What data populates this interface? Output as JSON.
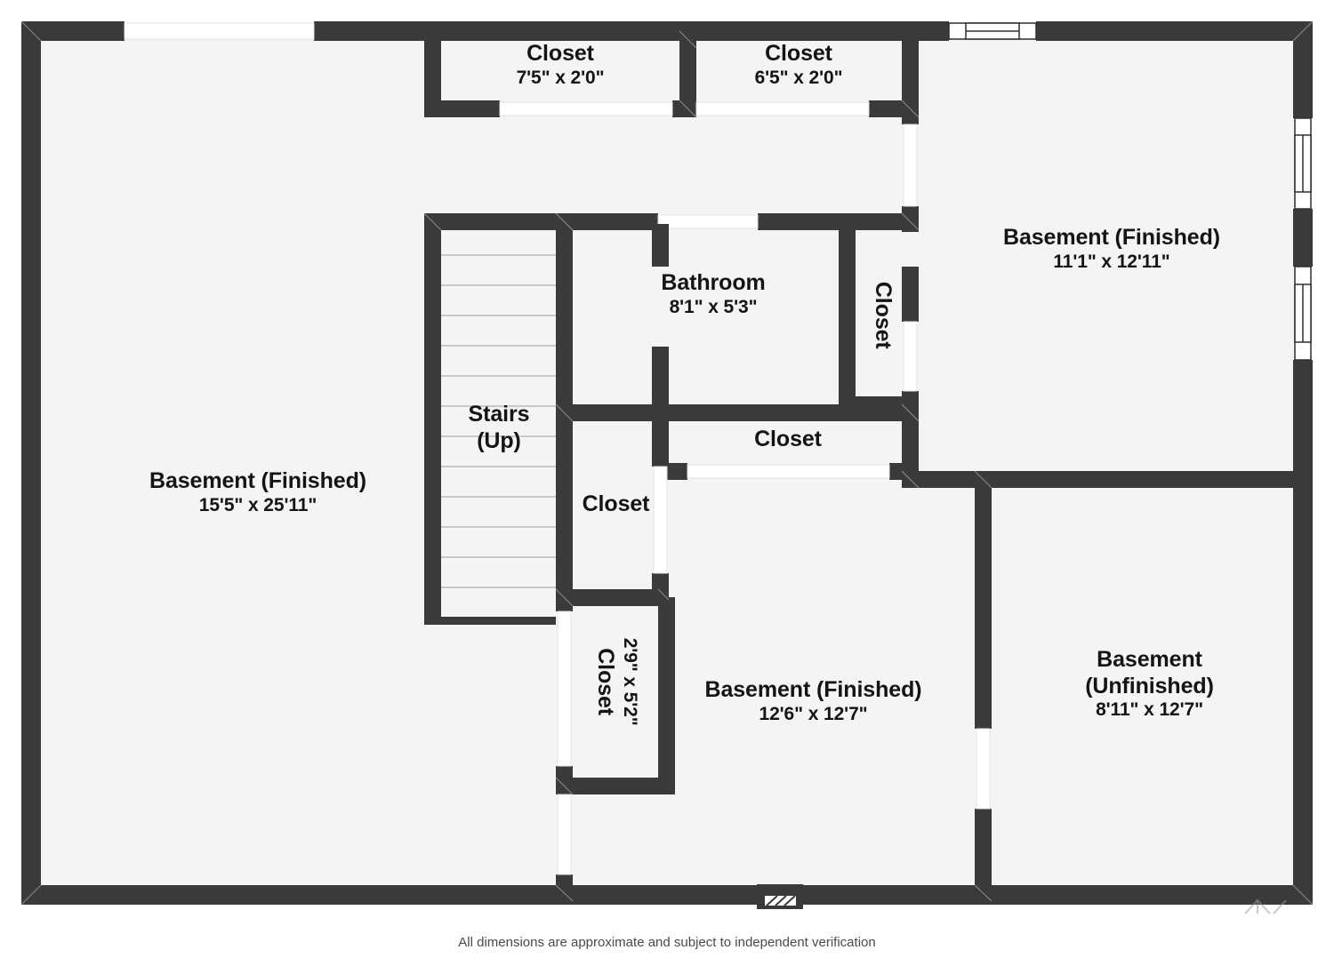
{
  "document": {
    "type": "floor-plan",
    "level": "Basement",
    "footer_note": "All dimensions are approximate and subject to independent verification"
  },
  "colors": {
    "wall": "#3a3a3a",
    "room_fill": "#f4f4f4",
    "page_background": "#ffffff",
    "opening_fill": "#ffffff",
    "text": "#141414",
    "footer_text": "#4a4a4a",
    "stair_tread_line": "#c9c9c9"
  },
  "rooms": [
    {
      "id": "basement-left",
      "name": "Basement (Finished)",
      "dimensions": "15'5\" x 25'11\"",
      "orientation": "horizontal"
    },
    {
      "id": "closet-top-left",
      "name": "Closet",
      "dimensions": "7'5\" x 2'0\"",
      "orientation": "horizontal"
    },
    {
      "id": "closet-top-right",
      "name": "Closet",
      "dimensions": "6'5\" x 2'0\"",
      "orientation": "horizontal"
    },
    {
      "id": "basement-upper-right",
      "name": "Basement (Finished)",
      "dimensions": "11'1\" x 12'11\"",
      "orientation": "horizontal"
    },
    {
      "id": "bathroom",
      "name": "Bathroom",
      "dimensions": "8'1\" x 5'3\"",
      "orientation": "horizontal"
    },
    {
      "id": "closet-bath-side",
      "name": "Closet",
      "dimensions": "",
      "orientation": "vertical"
    },
    {
      "id": "stairs",
      "name": "Stairs",
      "dimensions": "(Up)",
      "orientation": "horizontal"
    },
    {
      "id": "closet-mid-right",
      "name": "Closet",
      "dimensions": "",
      "orientation": "horizontal"
    },
    {
      "id": "closet-mid-left",
      "name": "Closet",
      "dimensions": "",
      "orientation": "horizontal"
    },
    {
      "id": "closet-lower",
      "name": "Closet",
      "dimensions": "2'9\" x 5'2\"",
      "orientation": "vertical"
    },
    {
      "id": "basement-center",
      "name": "Basement (Finished)",
      "dimensions": "12'6\" x 12'7\"",
      "orientation": "horizontal"
    },
    {
      "id": "basement-unfinished",
      "name": "Basement (Unfinished)",
      "dimensions": "8'11\" x 12'7\"",
      "orientation": "horizontal"
    }
  ],
  "labels": {
    "basement_left_name": "Basement (Finished)",
    "basement_left_dim": "15'5\" x 25'11\"",
    "closet_top_left_name": "Closet",
    "closet_top_left_dim": "7'5\" x 2'0\"",
    "closet_top_right_name": "Closet",
    "closet_top_right_dim": "6'5\" x 2'0\"",
    "basement_upper_right_name": "Basement (Finished)",
    "basement_upper_right_dim": "11'1\" x 12'11\"",
    "bathroom_name": "Bathroom",
    "bathroom_dim": "8'1\" x 5'3\"",
    "closet_bath_side_name": "Closet",
    "stairs_name": "Stairs",
    "stairs_sub": "(Up)",
    "closet_mid_right_name": "Closet",
    "closet_mid_left_name": "Closet",
    "closet_lower_name": "Closet",
    "closet_lower_dim": "2'9\" x 5'2\"",
    "basement_center_name": "Basement (Finished)",
    "basement_center_dim": "12'6\" x 12'7\"",
    "basement_unfinished_name_line1": "Basement",
    "basement_unfinished_name_line2": "(Unfinished)",
    "basement_unfinished_dim": "8'11\" x 12'7\"",
    "footer": "All dimensions are approximate and subject to independent verification"
  },
  "features": {
    "stair_tread_count": 13,
    "windows": [
      {
        "id": "window-top-left",
        "wall": "top",
        "position": "left"
      },
      {
        "id": "window-top-right",
        "wall": "top",
        "position": "right"
      },
      {
        "id": "window-right-upper",
        "wall": "right",
        "position": "upper"
      },
      {
        "id": "window-right-lower",
        "wall": "right",
        "position": "lower"
      }
    ],
    "door_openings_count": 10,
    "egress_symbol": {
      "id": "egress-hatch",
      "wall": "bottom"
    }
  }
}
